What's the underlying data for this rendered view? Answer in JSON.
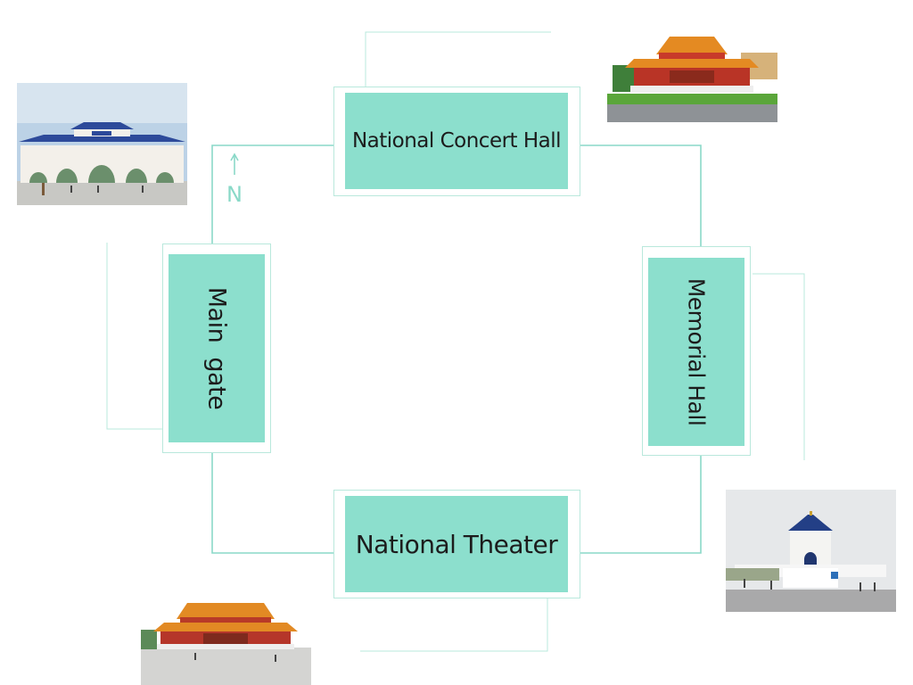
{
  "colors": {
    "accent": "#8cdfcd",
    "line": "#8ad9c8",
    "frame": "#b9e8dc",
    "text": "#1c1c1c"
  },
  "compass": {
    "letter": "N",
    "icon": "north-arrow-icon"
  },
  "nodes": {
    "concert_hall": "National Concert Hall",
    "memorial_hall": "Memorial Hall",
    "theater": "National Theater",
    "main_gate": "Main  gate"
  },
  "photos": [
    {
      "name": "main-gate-photo",
      "subject": "Main gate archway"
    },
    {
      "name": "concert-hall-photo",
      "subject": "National Concert Hall building"
    },
    {
      "name": "memorial-hall-photo",
      "subject": "Memorial Hall building"
    },
    {
      "name": "theater-photo",
      "subject": "National Theater building"
    }
  ]
}
